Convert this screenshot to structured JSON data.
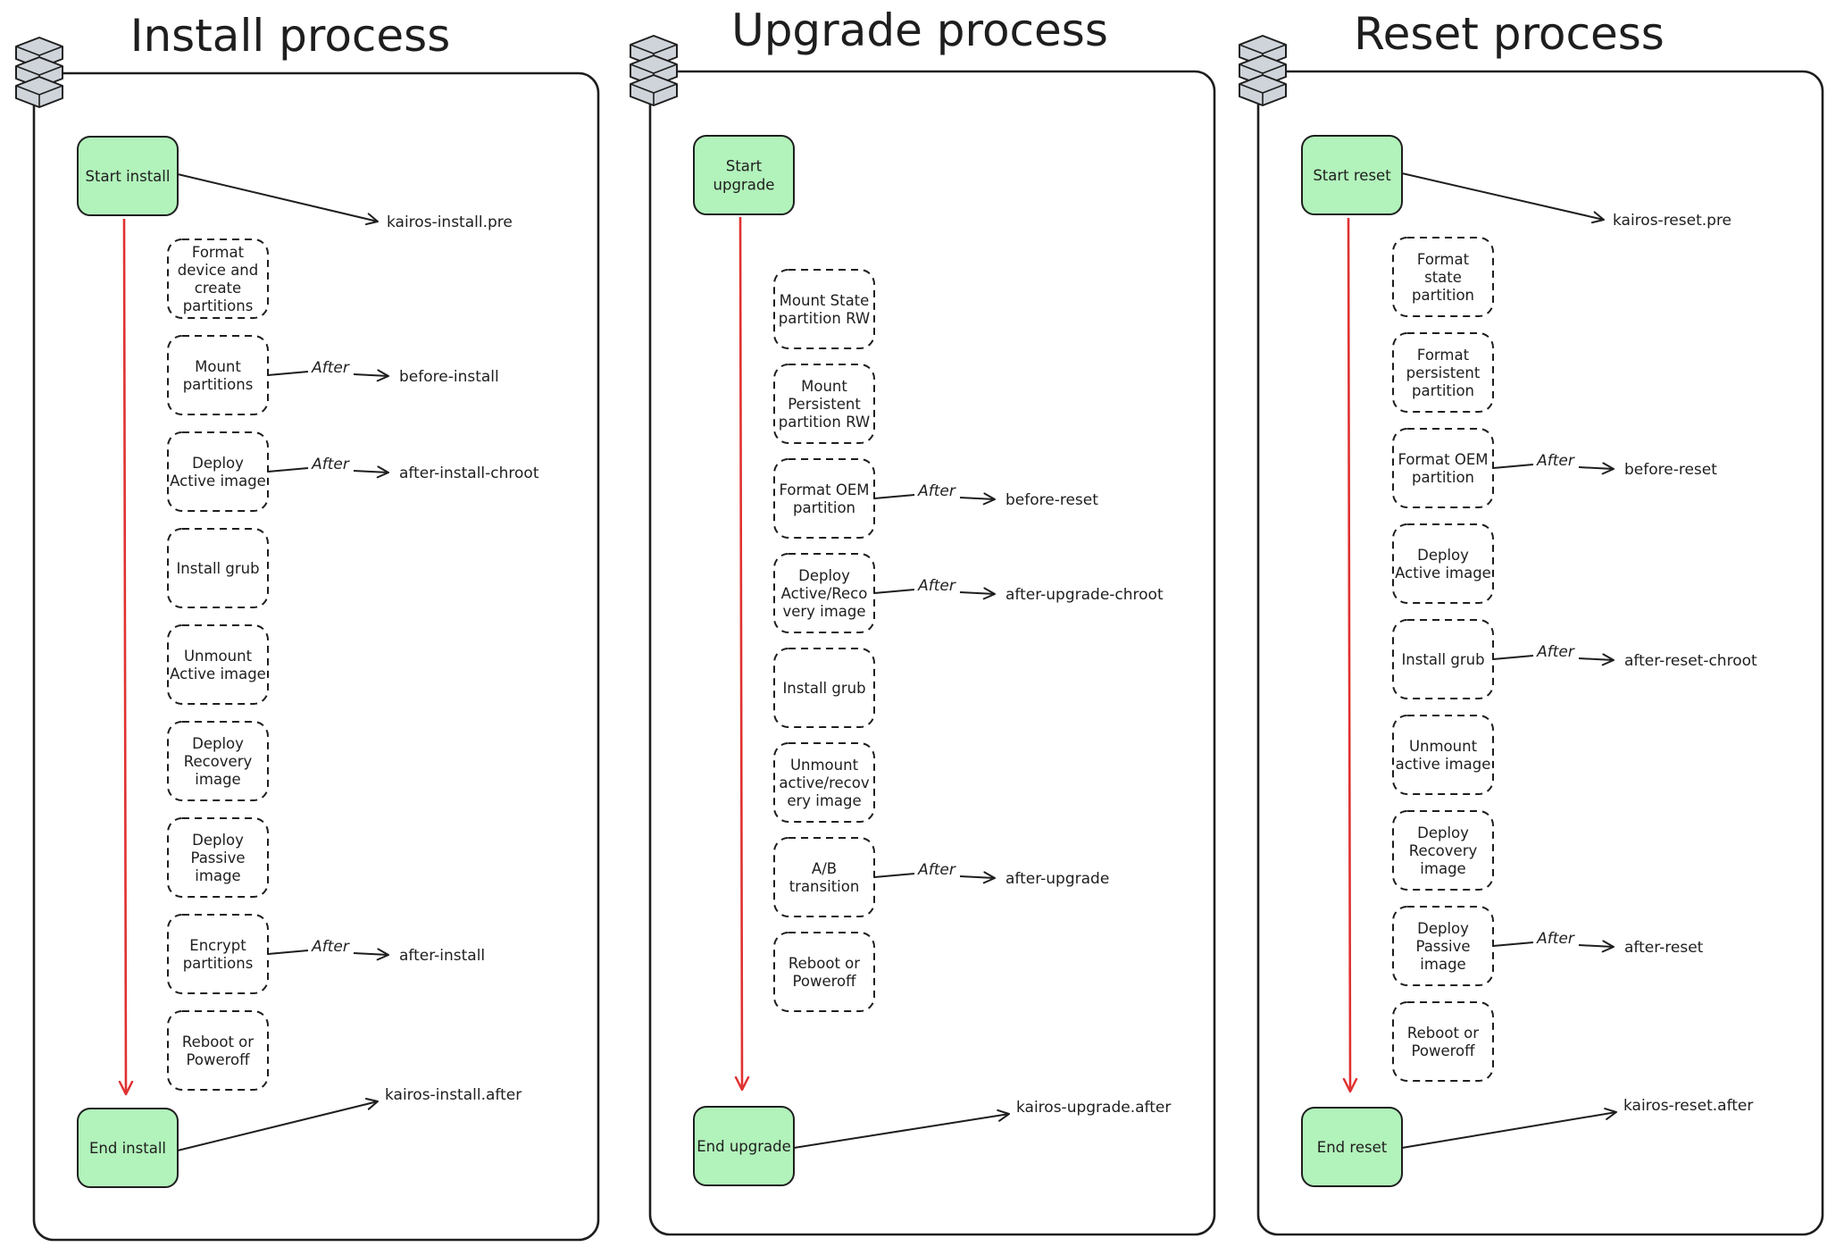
{
  "columns": [
    {
      "title": "Install process",
      "start": [
        "Start install"
      ],
      "end": [
        "End install"
      ],
      "pre_hook": "kairos-install.pre",
      "after_hook": "kairos-install.after",
      "steps": [
        {
          "lines": [
            "Format",
            "device and",
            "create",
            "partitions"
          ]
        },
        {
          "lines": [
            "Mount",
            "partitions"
          ],
          "after_label": "After",
          "hook": "before-install"
        },
        {
          "lines": [
            "Deploy",
            "Active image"
          ],
          "after_label": "After",
          "hook": "after-install-chroot"
        },
        {
          "lines": [
            "Install grub"
          ]
        },
        {
          "lines": [
            "Unmount",
            "Active image"
          ]
        },
        {
          "lines": [
            "Deploy",
            "Recovery",
            "image"
          ]
        },
        {
          "lines": [
            "Deploy",
            "Passive",
            "image"
          ]
        },
        {
          "lines": [
            "Encrypt",
            "partitions"
          ],
          "after_label": "After",
          "hook": "after-install"
        },
        {
          "lines": [
            "Reboot or",
            "Poweroff"
          ]
        }
      ]
    },
    {
      "title": "Upgrade process",
      "start": [
        "Start",
        "upgrade"
      ],
      "end": [
        "End upgrade"
      ],
      "pre_hook": "",
      "after_hook": "kairos-upgrade.after",
      "steps": [
        {
          "lines": [
            "Mount State",
            "partition RW"
          ]
        },
        {
          "lines": [
            "Mount",
            "Persistent",
            "partition RW"
          ]
        },
        {
          "lines": [
            "Format OEM",
            "partition"
          ],
          "after_label": "After",
          "hook": "before-reset"
        },
        {
          "lines": [
            "Deploy",
            "Active/Reco",
            "very image"
          ],
          "after_label": "After",
          "hook": "after-upgrade-chroot"
        },
        {
          "lines": [
            "Install grub"
          ]
        },
        {
          "lines": [
            "Unmount",
            "active/recov",
            "ery image"
          ]
        },
        {
          "lines": [
            "A/B",
            "transition"
          ],
          "after_label": "After",
          "hook": "after-upgrade"
        },
        {
          "lines": [
            "Reboot or",
            "Poweroff"
          ]
        }
      ]
    },
    {
      "title": "Reset process",
      "start": [
        "Start reset"
      ],
      "end": [
        "End reset"
      ],
      "pre_hook": "kairos-reset.pre",
      "after_hook": "kairos-reset.after",
      "steps": [
        {
          "lines": [
            "Format",
            "state",
            "partition"
          ]
        },
        {
          "lines": [
            "Format",
            "persistent",
            "partition"
          ]
        },
        {
          "lines": [
            "Format OEM",
            "partition"
          ],
          "after_label": "After",
          "hook": "before-reset"
        },
        {
          "lines": [
            "Deploy",
            "Active image"
          ]
        },
        {
          "lines": [
            "Install grub"
          ],
          "after_label": "After",
          "hook": "after-reset-chroot"
        },
        {
          "lines": [
            "Unmount",
            "active image"
          ]
        },
        {
          "lines": [
            "Deploy",
            "Recovery",
            "image"
          ]
        },
        {
          "lines": [
            "Deploy",
            "Passive",
            "image"
          ],
          "after_label": "After",
          "hook": "after-reset"
        },
        {
          "lines": [
            "Reboot or",
            "Poweroff"
          ]
        }
      ]
    }
  ],
  "colors": {
    "terminal_fill": "#b2f2bb",
    "stroke": "#1e1e1e",
    "flow_arrow": "#e03131",
    "background": "#ffffff",
    "icon_fill": "#ced4da"
  },
  "icons": [
    "server-stack-icon"
  ]
}
